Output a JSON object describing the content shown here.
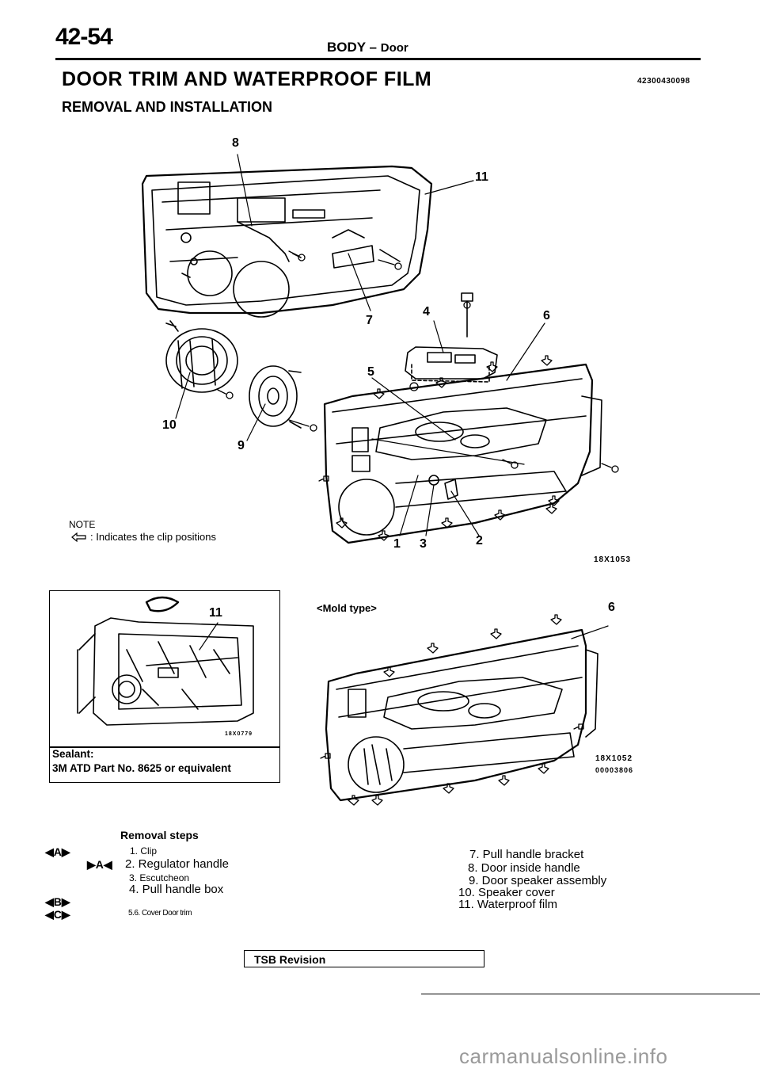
{
  "header": {
    "page_number": "42-54",
    "section": "BODY",
    "separator": "–",
    "subsection": "Door"
  },
  "title": "DOOR TRIM AND WATERPROOF FILM",
  "title_code": "42300430098",
  "subtitle": "REMOVAL AND INSTALLATION",
  "figure_main": {
    "callouts": [
      "8",
      "11",
      "7",
      "4",
      "6",
      "5",
      "10",
      "9",
      "1",
      "3",
      "2"
    ],
    "figure_code": "18X1053"
  },
  "note": {
    "label": "NOTE",
    "text": ": Indicates the clip positions"
  },
  "sealant_figure": {
    "callout": "11",
    "figure_code": "18X0779",
    "sealant_heading": "Sealant:",
    "sealant_spec": "3M ATD Part No. 8625 or equivalent"
  },
  "mold_figure": {
    "label": "<Mold type>",
    "callout": "6",
    "figure_code": "18X1052",
    "figure_code_2": "00003806"
  },
  "removal_steps": {
    "title": "Removal steps",
    "markers": [
      "◀A▶",
      "▶A◀",
      "◀B▶",
      "◀C▶"
    ],
    "left": [
      {
        "text": "1. Clip"
      },
      {
        "text": "2. Regulator handle"
      },
      {
        "text": "3. Escutcheon"
      },
      {
        "text": "4. Pull handle box"
      },
      {
        "text": "5.6.  Cover Door trim"
      }
    ],
    "right": [
      {
        "text": "7. Pull handle bracket"
      },
      {
        "text": "8. Door inside handle"
      },
      {
        "text": "9. Door speaker assembly"
      },
      {
        "text": "10. Speaker cover"
      },
      {
        "text": "11. Waterproof film"
      }
    ]
  },
  "footer": {
    "tsb": "TSB  Revision",
    "watermark": "carmanualsonline.info"
  }
}
